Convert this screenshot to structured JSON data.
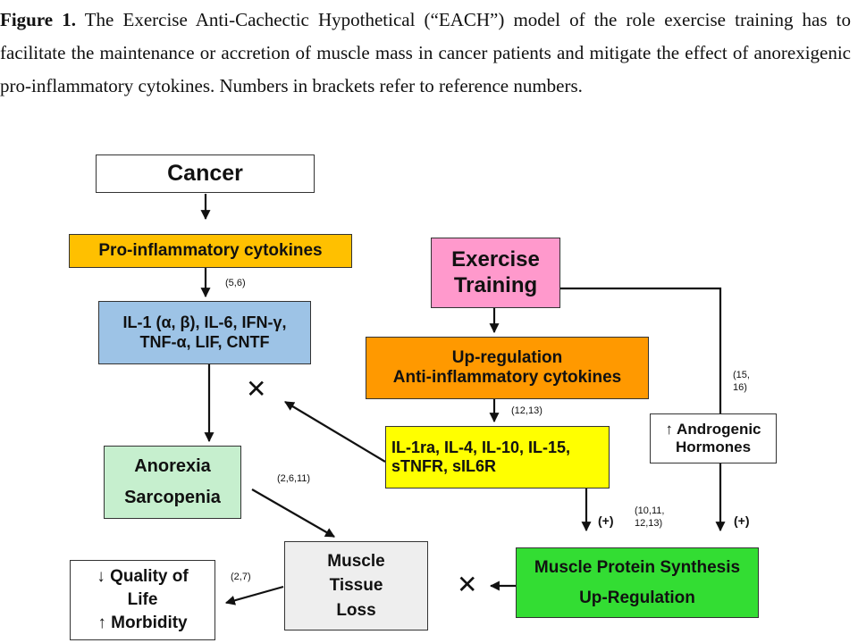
{
  "caption": {
    "label": "Figure 1.",
    "text": "The Exercise Anti-Cachectic Hypothetical (“EACH”) model of the role exercise training has to facilitate the maintenance or accretion of muscle mass in cancer patients and mitigate the effect of anorexigenic pro-inflammatory cytokines. Numbers in brackets refer to reference numbers."
  },
  "nodes": {
    "cancer": "Cancer",
    "pro_inflammatory": "Pro-inflammatory cytokines",
    "pro_list_1": "IL-1 (α, β), IL-6, IFN-γ,",
    "pro_list_2": "TNF-α, LIF, CNTF",
    "anorexia": "Anorexia",
    "sarcopenia": "Sarcopenia",
    "exercise_1": "Exercise",
    "exercise_2": "Training",
    "upreg_1": "Up-regulation",
    "upreg_2": "Anti-inflammatory cytokines",
    "anti_list_1": "IL-1ra, IL-4, IL-10, IL-15,",
    "anti_list_2": "sTNFR, sIL6R",
    "androgenic_1": "↑ Androgenic",
    "androgenic_2": "Hormones",
    "muscle_loss_1": "Muscle",
    "muscle_loss_2": "Tissue",
    "muscle_loss_3": "Loss",
    "mps_1": "Muscle Protein Synthesis",
    "mps_2": "Up-Regulation",
    "qol_1": "↓ Quality of",
    "qol_2": "Life",
    "qol_3": "↑ Morbidity"
  },
  "refs": {
    "r56": "(5,6)",
    "r1213": "(12,13)",
    "r1516_1": "(15,",
    "r1516_2": "16)",
    "r2611": "(2,6,11)",
    "r1011_1": "(10,11,",
    "r1011_2": "12,13)",
    "r27": "(2,7)"
  },
  "markers": {
    "plus_1": "(+)",
    "plus_2": "(+)",
    "cross": "✕"
  },
  "colors": {
    "cancer": "#ffffff",
    "pro_inflammatory": "#ffc000",
    "pro_list": "#9dc3e6",
    "anorexia": "#c6efce",
    "exercise": "#ff99cc",
    "upreg": "#ff9900",
    "anti_list": "#ffff00",
    "androgenic": "#ffffff",
    "muscle_loss": "#eeeeee",
    "mps": "#33dd33",
    "qol": "#ffffff"
  }
}
